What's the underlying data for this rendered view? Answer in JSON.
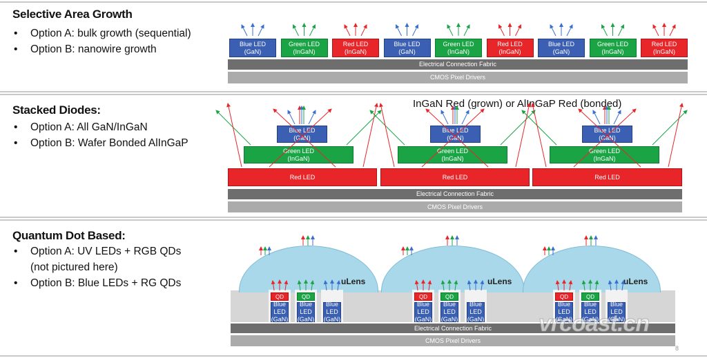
{
  "panels": {
    "selective": {
      "title": "Selective Area Growth",
      "bullets": [
        "Option A: bulk growth (sequential)",
        "Option B: nanowire growth"
      ],
      "leds": [
        {
          "label": "Blue LED\n(GaN)",
          "color": "blue"
        },
        {
          "label": "Green LED\n(InGaN)",
          "color": "green"
        },
        {
          "label": "Red LED\n(InGaN)",
          "color": "red"
        },
        {
          "label": "Blue LED\n(GaN)",
          "color": "blue"
        },
        {
          "label": "Green LED\n(InGaN)",
          "color": "green"
        },
        {
          "label": "Red LED\n(InGaN)",
          "color": "red"
        },
        {
          "label": "Blue LED\n(GaN)",
          "color": "blue"
        },
        {
          "label": "Green LED\n(InGaN)",
          "color": "green"
        },
        {
          "label": "Red LED\n(InGaN)",
          "color": "red"
        }
      ],
      "fabric": "Electrical Connection Fabric",
      "cmos": "CMOS Pixel Drivers"
    },
    "stacked": {
      "title": "Stacked Diodes:",
      "bullets": [
        "Option A: All GaN/InGaN",
        "Option B: Wafer Bonded  AlInGaP"
      ],
      "note": "InGaN Red (grown) or AlInGaP Red (bonded)",
      "blue": "Blue LED\n(GaN)",
      "green": "Green LED\n(InGaN)",
      "red": "Red LED",
      "fabric": "Electrical Connection Fabric",
      "cmos": "CMOS Pixel Drivers"
    },
    "qd": {
      "title": "Quantum Dot Based:",
      "bullets": [
        "Option A: UV LEDs + RGB QDs",
        "(not pictured here)",
        "Option B: Blue LEDs + RG QDs"
      ],
      "lens_label": "uLens",
      "qd_label": "QD",
      "led_label": "Blue\nLED\n(GaN)",
      "fabric": "Electrical Connection Fabric",
      "cmos": "CMOS Pixel Drivers"
    }
  },
  "watermark": "vrcoast.cn",
  "page_number": "8",
  "colors": {
    "blue": "#3a5fb3",
    "green": "#1aa446",
    "red": "#e8262a",
    "lens": "#a9d8ea"
  }
}
